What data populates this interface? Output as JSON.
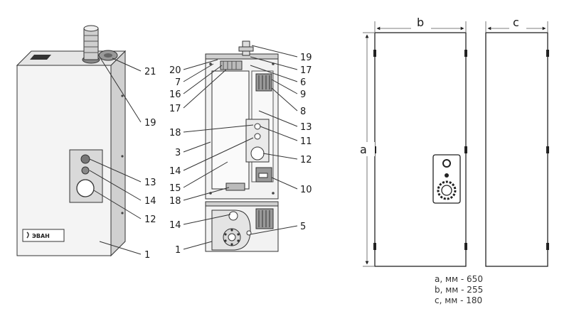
{
  "brand": "ЭВАН",
  "callouts": {
    "front": [
      "21",
      "19",
      "13",
      "14",
      "12",
      "1"
    ],
    "inner_left": [
      "20",
      "7",
      "16",
      "17",
      "18",
      "3",
      "14",
      "15",
      "18",
      "14",
      "1"
    ],
    "inner_right": [
      "19",
      "17",
      "6",
      "9",
      "8",
      "13",
      "11",
      "12",
      "10",
      "5"
    ]
  },
  "dims": {
    "a": "a",
    "b": "b",
    "c": "c"
  },
  "specs": [
    "a, мм - 650",
    "b, мм - 255",
    "c, мм - 180"
  ]
}
